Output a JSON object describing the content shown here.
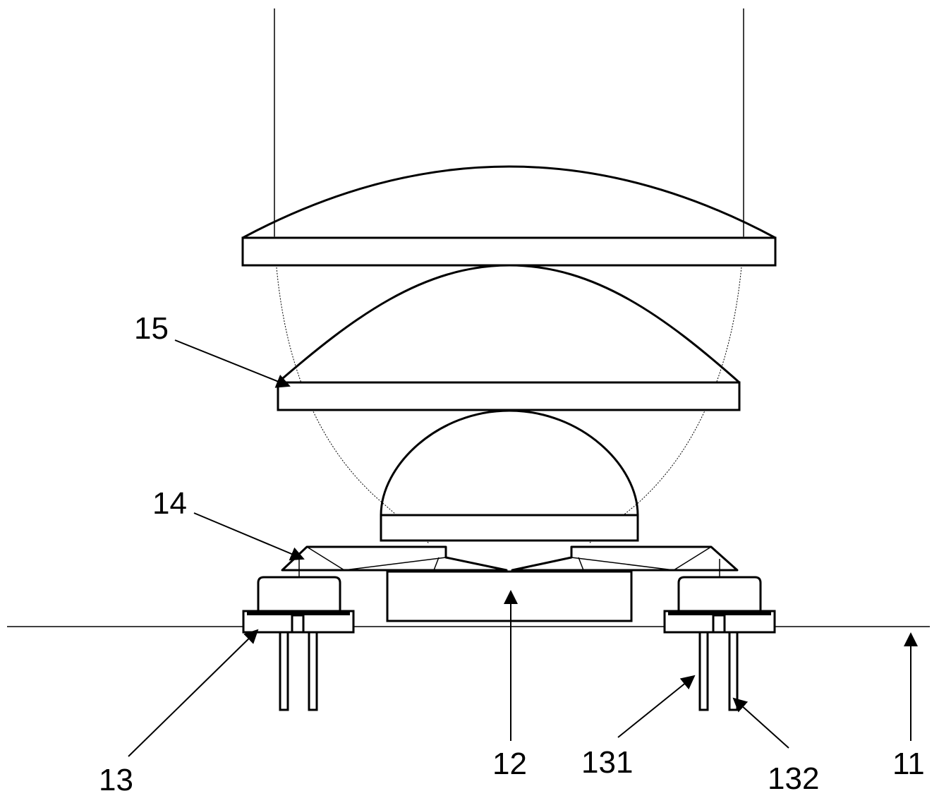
{
  "labels": {
    "l11": "11",
    "l12": "12",
    "l13": "13",
    "l131": "131",
    "l132": "132",
    "l14": "14",
    "l15": "15"
  },
  "colors": {
    "line": "#000000",
    "background": "#ffffff"
  }
}
